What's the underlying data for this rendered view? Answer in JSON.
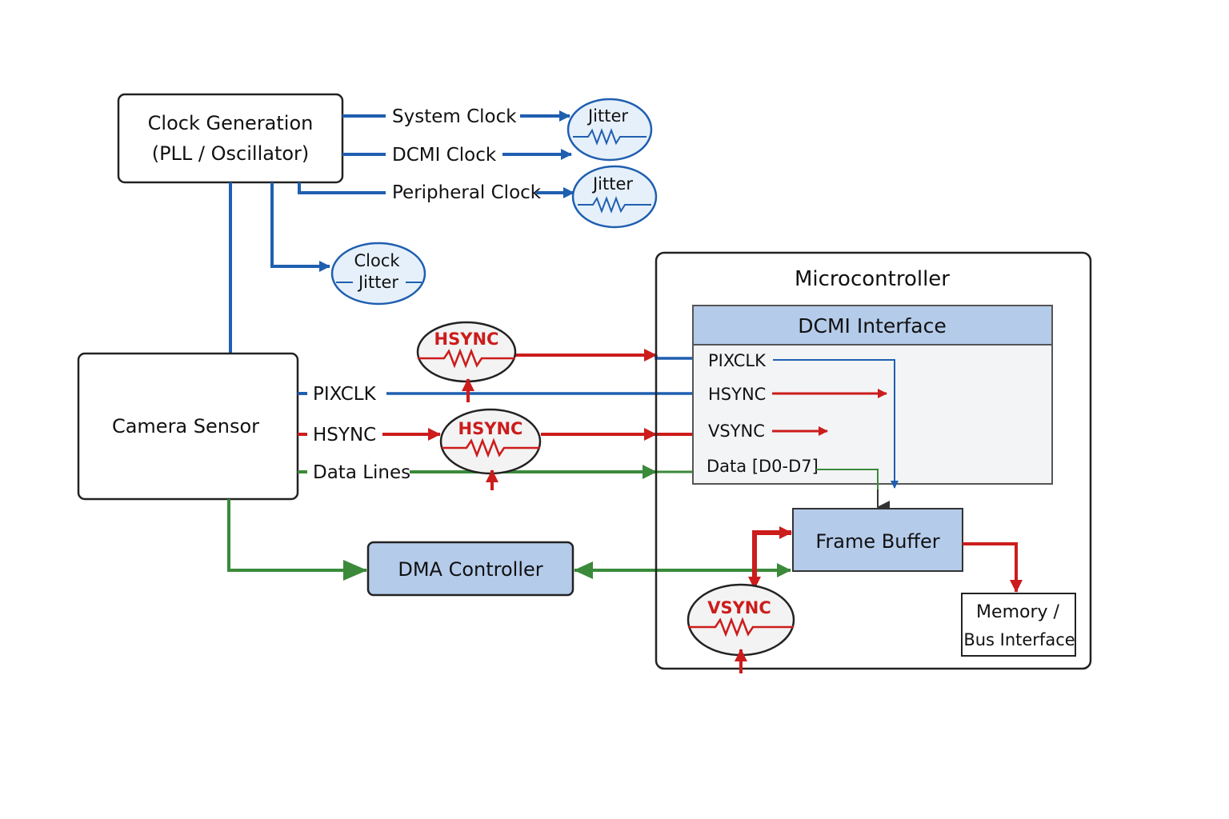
{
  "colors": {
    "blue": "#1f5fb0",
    "red": "#cc1c1c",
    "green": "#3a8a3a",
    "dark": "#333333",
    "box_fill_blue": "#b4cbea",
    "jitter_fill": "#e6f0fa",
    "noise_fill": "#f3f3f3"
  },
  "icons": {
    "noise": "resistor-zigzag-icon",
    "arrow": "arrowhead-icon"
  },
  "clock_generation": {
    "line1": "Clock Generation",
    "line2": "(PLL / Oscillator)",
    "outputs": {
      "system_clock": "System Clock",
      "dcmi_clock": "DCMI Clock",
      "peripheral_clock": "Peripheral Clock"
    }
  },
  "jitter_labels": {
    "system": "Jitter",
    "peripheral": "Jitter",
    "clock_line1": "Clock",
    "clock_line2": "Jitter"
  },
  "camera_sensor": {
    "title": "Camera Sensor",
    "signals": {
      "pixclk": "PIXCLK",
      "hsync": "HSYNC",
      "data": "Data Lines"
    }
  },
  "noise_labels": {
    "hsync_top": "HSYNC",
    "hsync_mid": "HSYNC",
    "vsync": "VSYNC"
  },
  "dma_controller": {
    "title": "DMA Controller"
  },
  "microcontroller": {
    "title": "Microcontroller",
    "dcmi": {
      "title": "DCMI Interface",
      "pins": {
        "pixclk": "PIXCLK",
        "hsync": "HSYNC",
        "vsync": "VSYNC",
        "data": "Data [D0-D7]"
      }
    },
    "frame_buffer": "Frame Buffer",
    "memory_line1": "Memory /",
    "memory_line2": "Bus Interface"
  }
}
